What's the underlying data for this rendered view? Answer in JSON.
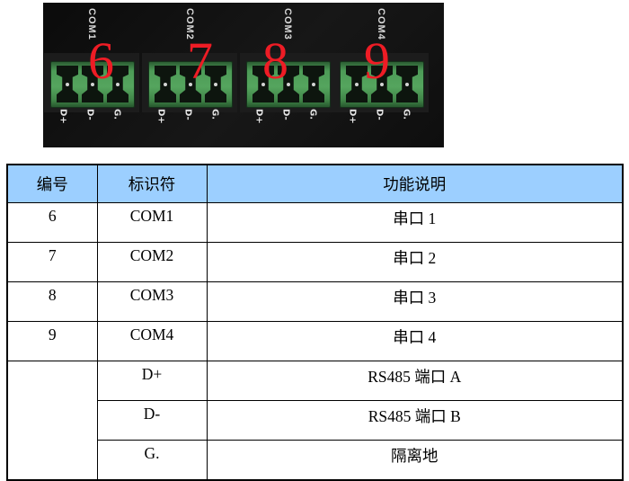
{
  "photo": {
    "description": "panel-photo-of-four-com-terminal-blocks",
    "panel_color": "#111111",
    "connector_color": "#4d9b57",
    "number_color": "#ee1c25",
    "connectors": [
      {
        "label": "COM1",
        "number": "6",
        "pins": [
          "D+",
          "D-",
          "G."
        ]
      },
      {
        "label": "COM2",
        "number": "7",
        "pins": [
          "D+",
          "D-",
          "G."
        ]
      },
      {
        "label": "COM3",
        "number": "8",
        "pins": [
          "D+",
          "D-",
          "G."
        ]
      },
      {
        "label": "COM4",
        "number": "9",
        "pins": [
          "D+",
          "D-",
          "G."
        ]
      }
    ]
  },
  "table": {
    "header_bg": "#99ccff",
    "headers": [
      "编号",
      "标识符",
      "功能说明"
    ],
    "rows": [
      {
        "num": "6",
        "id": "COM1",
        "desc": "串口 1"
      },
      {
        "num": "7",
        "id": "COM2",
        "desc": "串口 2"
      },
      {
        "num": "8",
        "id": "COM3",
        "desc": "串口 3"
      },
      {
        "num": "9",
        "id": "COM4",
        "desc": "串口 4"
      },
      {
        "num": "",
        "id": "D+",
        "desc": "RS485 端口 A"
      },
      {
        "num": "",
        "id": "D-",
        "desc": "RS485 端口 B"
      },
      {
        "num": "",
        "id": "G.",
        "desc": "隔离地"
      }
    ]
  }
}
